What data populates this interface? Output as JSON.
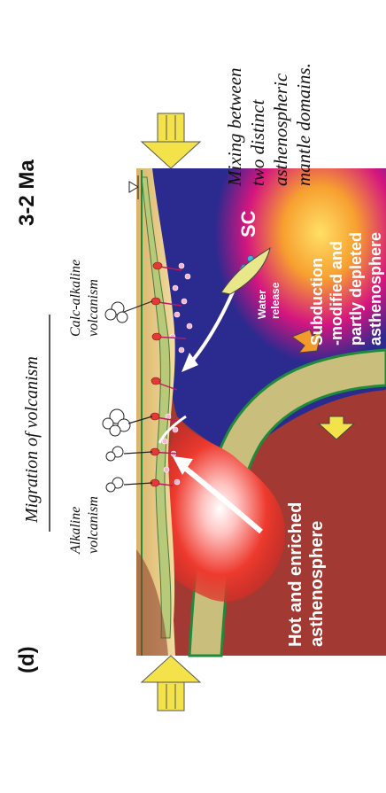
{
  "panel_label": "(d)",
  "time_label": "3-2 Ma",
  "header_note": [
    "Mixing between",
    "two distinct",
    "asthenospheric",
    "mantle domains."
  ],
  "migration_label": "Migration of volcanism",
  "alkaline_label": [
    "Alkaline",
    "volcanism"
  ],
  "calc_alkaline_label": [
    "Calc-alkaline",
    "volcanism"
  ],
  "hot_label": [
    "Hot and enriched",
    "asthenosphere"
  ],
  "subduction_label": [
    "Subduction",
    "-modified and",
    "partly depleted",
    "asthenosphere"
  ],
  "water_label": [
    "Water",
    "release"
  ],
  "sc_label": "SC",
  "colors": {
    "mantle": "#a23a33",
    "slab": "#c9be7c",
    "blue_mantle": "#2a2a8f",
    "magenta": "#d4157f",
    "orange": "#f39a2a",
    "yellow_glow": "#ffd54a",
    "plume": "#ee3a2e",
    "arrow_yellow": "#f4e24a",
    "crust_tan": "#e8c88a",
    "crust_green": "#b8c97a"
  }
}
